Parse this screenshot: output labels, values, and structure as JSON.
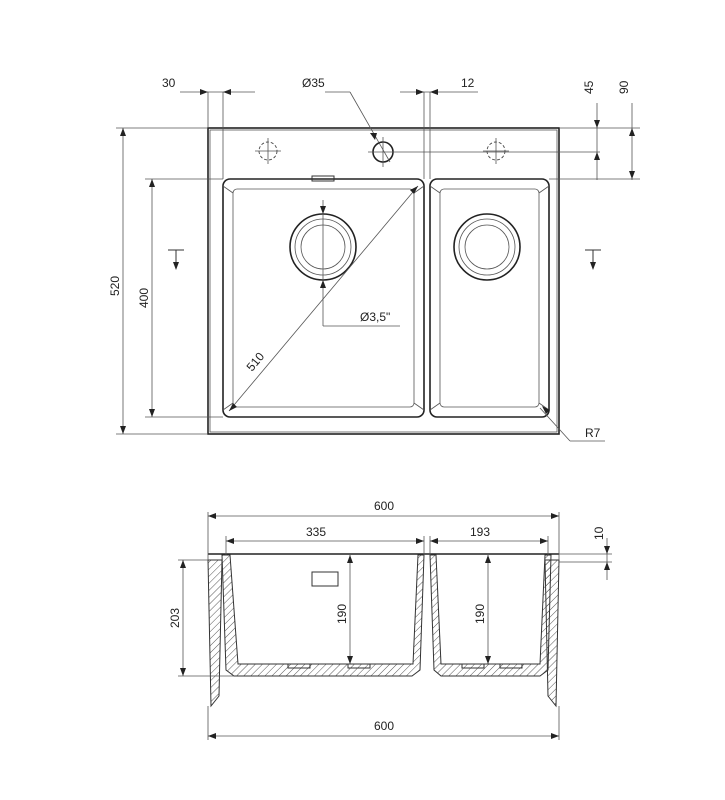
{
  "top_view": {
    "dim_left_offset": "30",
    "dim_hole_diameter": "Ø35",
    "dim_gap": "12",
    "dim_45": "45",
    "dim_90": "90",
    "dim_height_total": "520",
    "dim_height_bowl": "400",
    "dim_diagonal": "510",
    "dim_drain": "Ø3,5\"",
    "dim_radius": "R7"
  },
  "section_view": {
    "dim_width_top": "600",
    "dim_bowl_large": "335",
    "dim_bowl_small": "193",
    "dim_rim": "10",
    "dim_depth_total": "203",
    "dim_depth_large": "190",
    "dim_depth_small": "190",
    "dim_width_bottom": "600"
  }
}
